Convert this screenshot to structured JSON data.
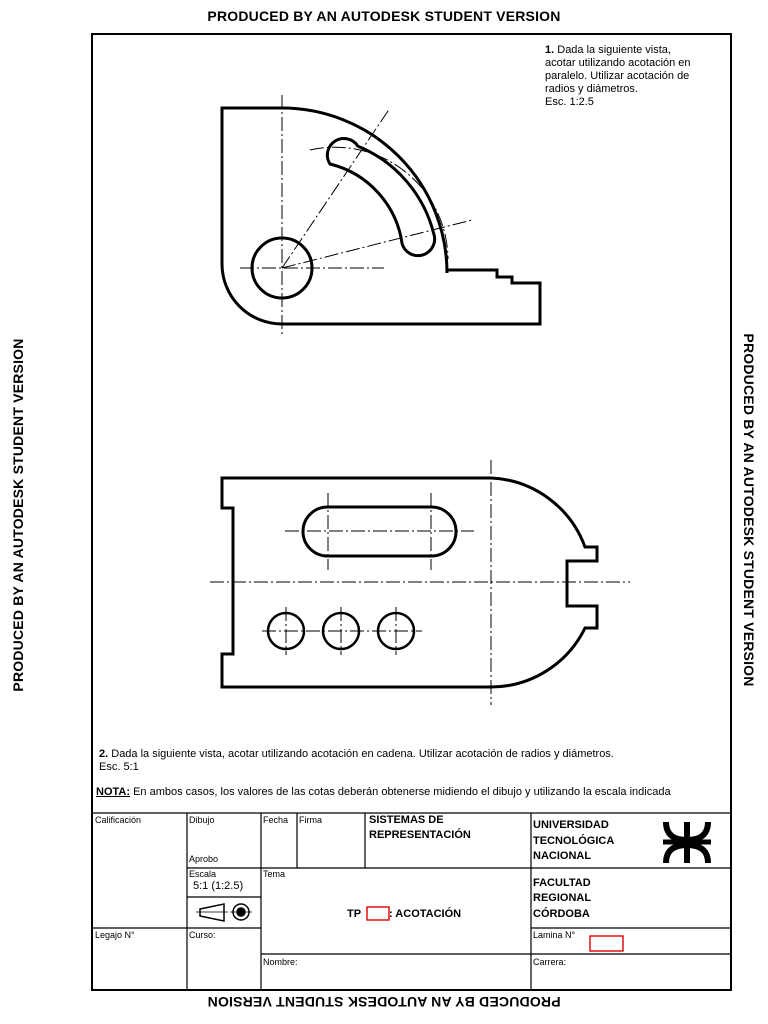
{
  "watermark": "PRODUCED BY AN AUTODESK STUDENT VERSION",
  "exercise1": {
    "number": "1.",
    "lines": [
      "Dada la siguiente vista,",
      "acotar utilizando acotación en",
      "paralelo. Utilizar acotación de",
      "radios y diámetros."
    ],
    "scale": "Esc. 1:2.5"
  },
  "exercise2": {
    "number": "2.",
    "text": "Dada la siguiente vista, acotar utilizando acotación en cadena. Utilizar acotación de radios y diámetros.",
    "scale": "Esc. 5:1"
  },
  "note": {
    "label": "NOTA:",
    "text": "En ambos casos, los valores de las cotas deberán obtenerse midiendo el dibujo y utilizando la escala indicada"
  },
  "title_block": {
    "calificacion": "Calificación",
    "dibujo": "Dibujo",
    "aprobo": "Aprobo",
    "fecha": "Fecha",
    "firma": "Firma",
    "subject_line1": "SISTEMAS DE",
    "subject_line2": "REPRESENTACIÓN",
    "univ_line1": "UNIVERSIDAD",
    "univ_line2": "TECNOLÓGICA",
    "univ_line3": "NACIONAL",
    "escala_label": "Escala",
    "escala_value": "5:1 (1:2.5)",
    "tema": "Tema",
    "tp_prefix": "TP",
    "tp_title": ": ACOTACIÓN",
    "fac_line1": "FACULTAD",
    "fac_line2": "REGIONAL",
    "fac_line3": "CÓRDOBA",
    "legajo": "Legajo N°",
    "curso": "Curso:",
    "lamina": "Lamina N°",
    "nombre": "Nombre:",
    "carrera": "Carrera:"
  }
}
